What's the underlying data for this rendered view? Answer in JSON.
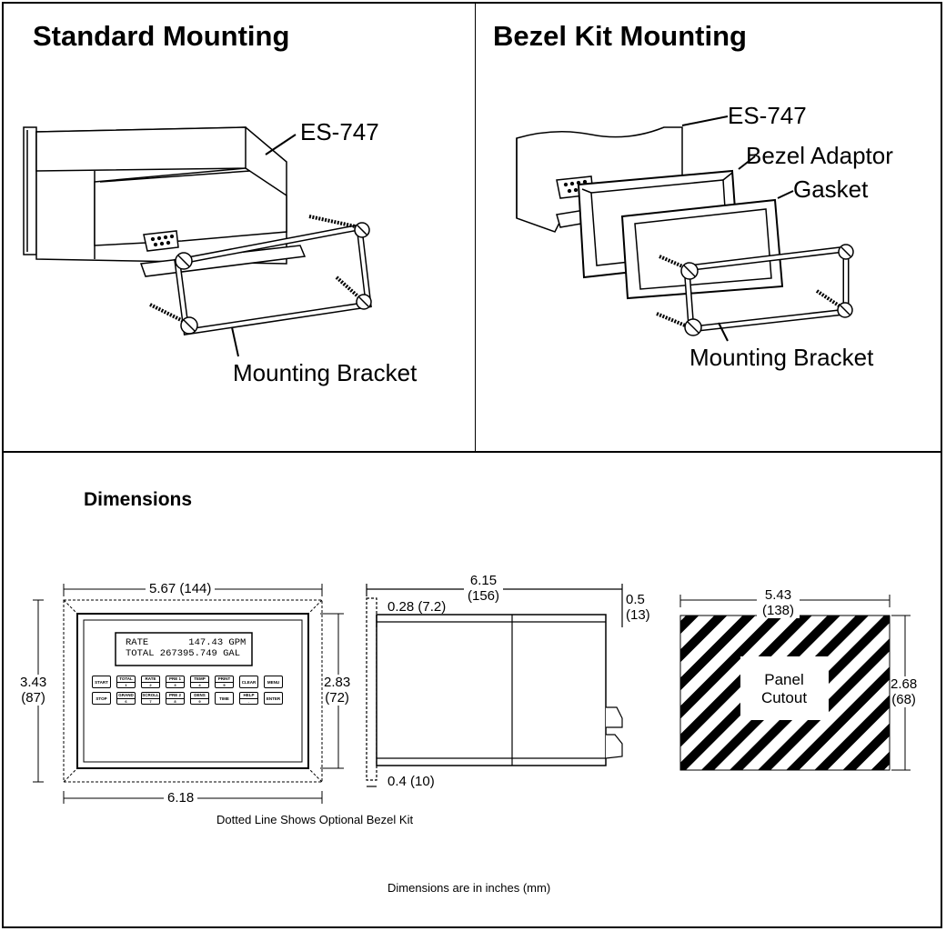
{
  "standard": {
    "title": "Standard Mounting",
    "meter_label": "ES-747",
    "bracket_label": "Mounting Bracket"
  },
  "bezel": {
    "title": "Bezel Kit Mounting",
    "meter_label": "ES-747",
    "adaptor_label": "Bezel Adaptor",
    "gasket_label": "Gasket",
    "bracket_label": "Mounting Bracket"
  },
  "dimensions": {
    "title": "Dimensions",
    "front": {
      "width_top": "5.67 (144)",
      "height_left_in": "3.43",
      "height_left_mm": "(87)",
      "height_right_in": "2.83",
      "height_right_mm": "(72)",
      "width_bottom": "6.18",
      "display_line1": "RATE       147.43 GPM",
      "display_line2": "TOTAL 267395.749 GAL",
      "keys_row1": [
        {
          "top": "START",
          "bottom": ""
        },
        {
          "top": "TOTAL",
          "bottom": "1"
        },
        {
          "top": "RATE",
          "bottom": "2"
        },
        {
          "top": "PRE 1",
          "bottom": "3"
        },
        {
          "top": "TEMP",
          "bottom": "4"
        },
        {
          "top": "PRINT",
          "bottom": "5"
        },
        {
          "top": "CLEAR",
          "bottom": ""
        },
        {
          "top": "MENU",
          "bottom": ""
        }
      ],
      "keys_row2": [
        {
          "top": "STOP",
          "bottom": ""
        },
        {
          "top": "GRAND",
          "bottom": "6"
        },
        {
          "top": "SCROLL",
          "bottom": "7"
        },
        {
          "top": "PRE 2",
          "bottom": "8"
        },
        {
          "top": "DENS",
          "bottom": "9"
        },
        {
          "top": "TIME",
          "bottom": ""
        },
        {
          "top": "HELP",
          "bottom": "."
        },
        {
          "top": "ENTER",
          "bottom": ""
        }
      ]
    },
    "side": {
      "depth_in": "6.15",
      "depth_mm": "(156)",
      "bezel_gap": "0.28 (7.2)",
      "rear_in": "0.5",
      "rear_mm": "(13)",
      "front_thickness": "0.4 (10)"
    },
    "cutout": {
      "width_in": "5.43",
      "width_mm": "(138)",
      "height_in": "2.68",
      "height_mm": "(68)",
      "label_line1": "Panel",
      "label_line2": "Cutout"
    },
    "note_bezel": "Dotted Line Shows Optional Bezel Kit",
    "note_units": "Dimensions are in inches (mm)"
  }
}
